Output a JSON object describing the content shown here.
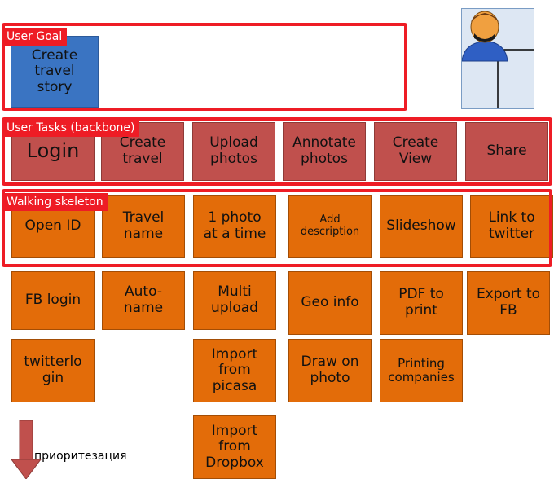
{
  "goal": {
    "label": "User Goal",
    "card": "Create\ntravel\nstory"
  },
  "tasks": {
    "label": "User Tasks (backbone)",
    "cards": [
      "Login",
      "Create\ntravel",
      "Upload\nphotos",
      "Annotate\nphotos",
      "Create\nView",
      "Share"
    ]
  },
  "skeleton": {
    "label": "Walking skeleton",
    "cards": [
      "Open ID",
      "Travel\nname",
      "1 photo\nat a time",
      "Add\ndescription",
      "Slideshow",
      "Link to\ntwitter"
    ]
  },
  "stories": {
    "login": [
      "FB login",
      "twitterlo\ngin"
    ],
    "create_travel": [
      "Auto-\nname"
    ],
    "upload": [
      "Multi\nupload",
      "Import\nfrom\npicasa",
      "Import\nfrom\nDropbox"
    ],
    "annotate": [
      "Geo info",
      "Draw on\nphoto"
    ],
    "create_view": [
      "PDF to\nprint",
      "Printing\ncompanies"
    ],
    "share": [
      "Export to\nFB"
    ]
  },
  "priority_label": "приоритезация",
  "colors": {
    "goal": "#3a74c2",
    "task": "#c0504d",
    "story": "#e36c09",
    "frame": "#ee1c25"
  },
  "icons": {
    "user": "user-avatar-icon",
    "arrow": "arrow-down-icon"
  }
}
